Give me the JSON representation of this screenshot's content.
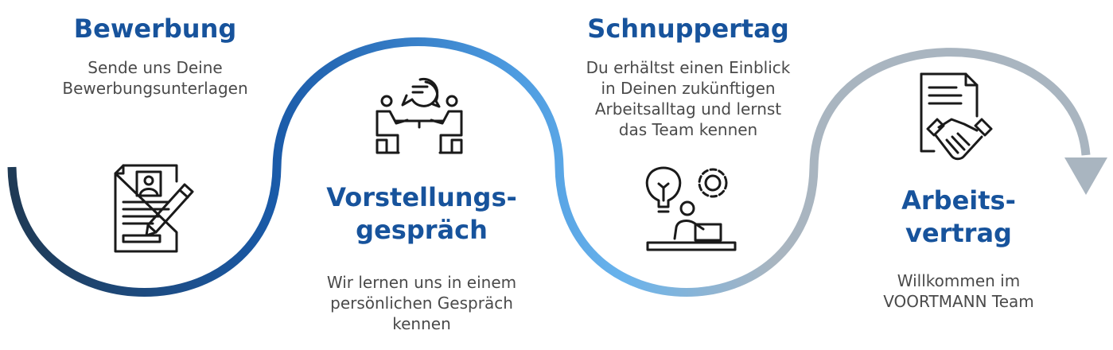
{
  "colors": {
    "title": "#17539c",
    "text": "#4a4a4a",
    "path_start": "#1f3a55",
    "path_dark_blue": "#1a5aa8",
    "path_light_blue": "#69b3ec",
    "path_grey": "#a9b5c0",
    "icon_stroke": "#1a1a1a"
  },
  "steps": [
    {
      "title_lines": [
        "Bewerbung"
      ],
      "description_lines": [
        "Sende uns Deine",
        "Bewerbungsunterlagen"
      ],
      "icon": "application-form-pencil-icon"
    },
    {
      "title_lines": [
        "Vorstellungs-",
        "gespräch"
      ],
      "description_lines": [
        "Wir lernen uns in einem",
        "persönlichen Gespräch",
        "kennen"
      ],
      "icon": "interview-conversation-icon"
    },
    {
      "title_lines": [
        "Schnuppertag"
      ],
      "description_lines": [
        "Du erhältst einen Einblick",
        "in Deinen zukünftigen",
        "Arbeitsalltag und lernst",
        "das Team kennen"
      ],
      "icon": "idea-gear-laptop-icon"
    },
    {
      "title_lines": [
        "Arbeits-",
        "vertrag"
      ],
      "description_lines": [
        "Willkommen im",
        "VOORTMANN Team"
      ],
      "icon": "contract-handshake-icon"
    }
  ]
}
